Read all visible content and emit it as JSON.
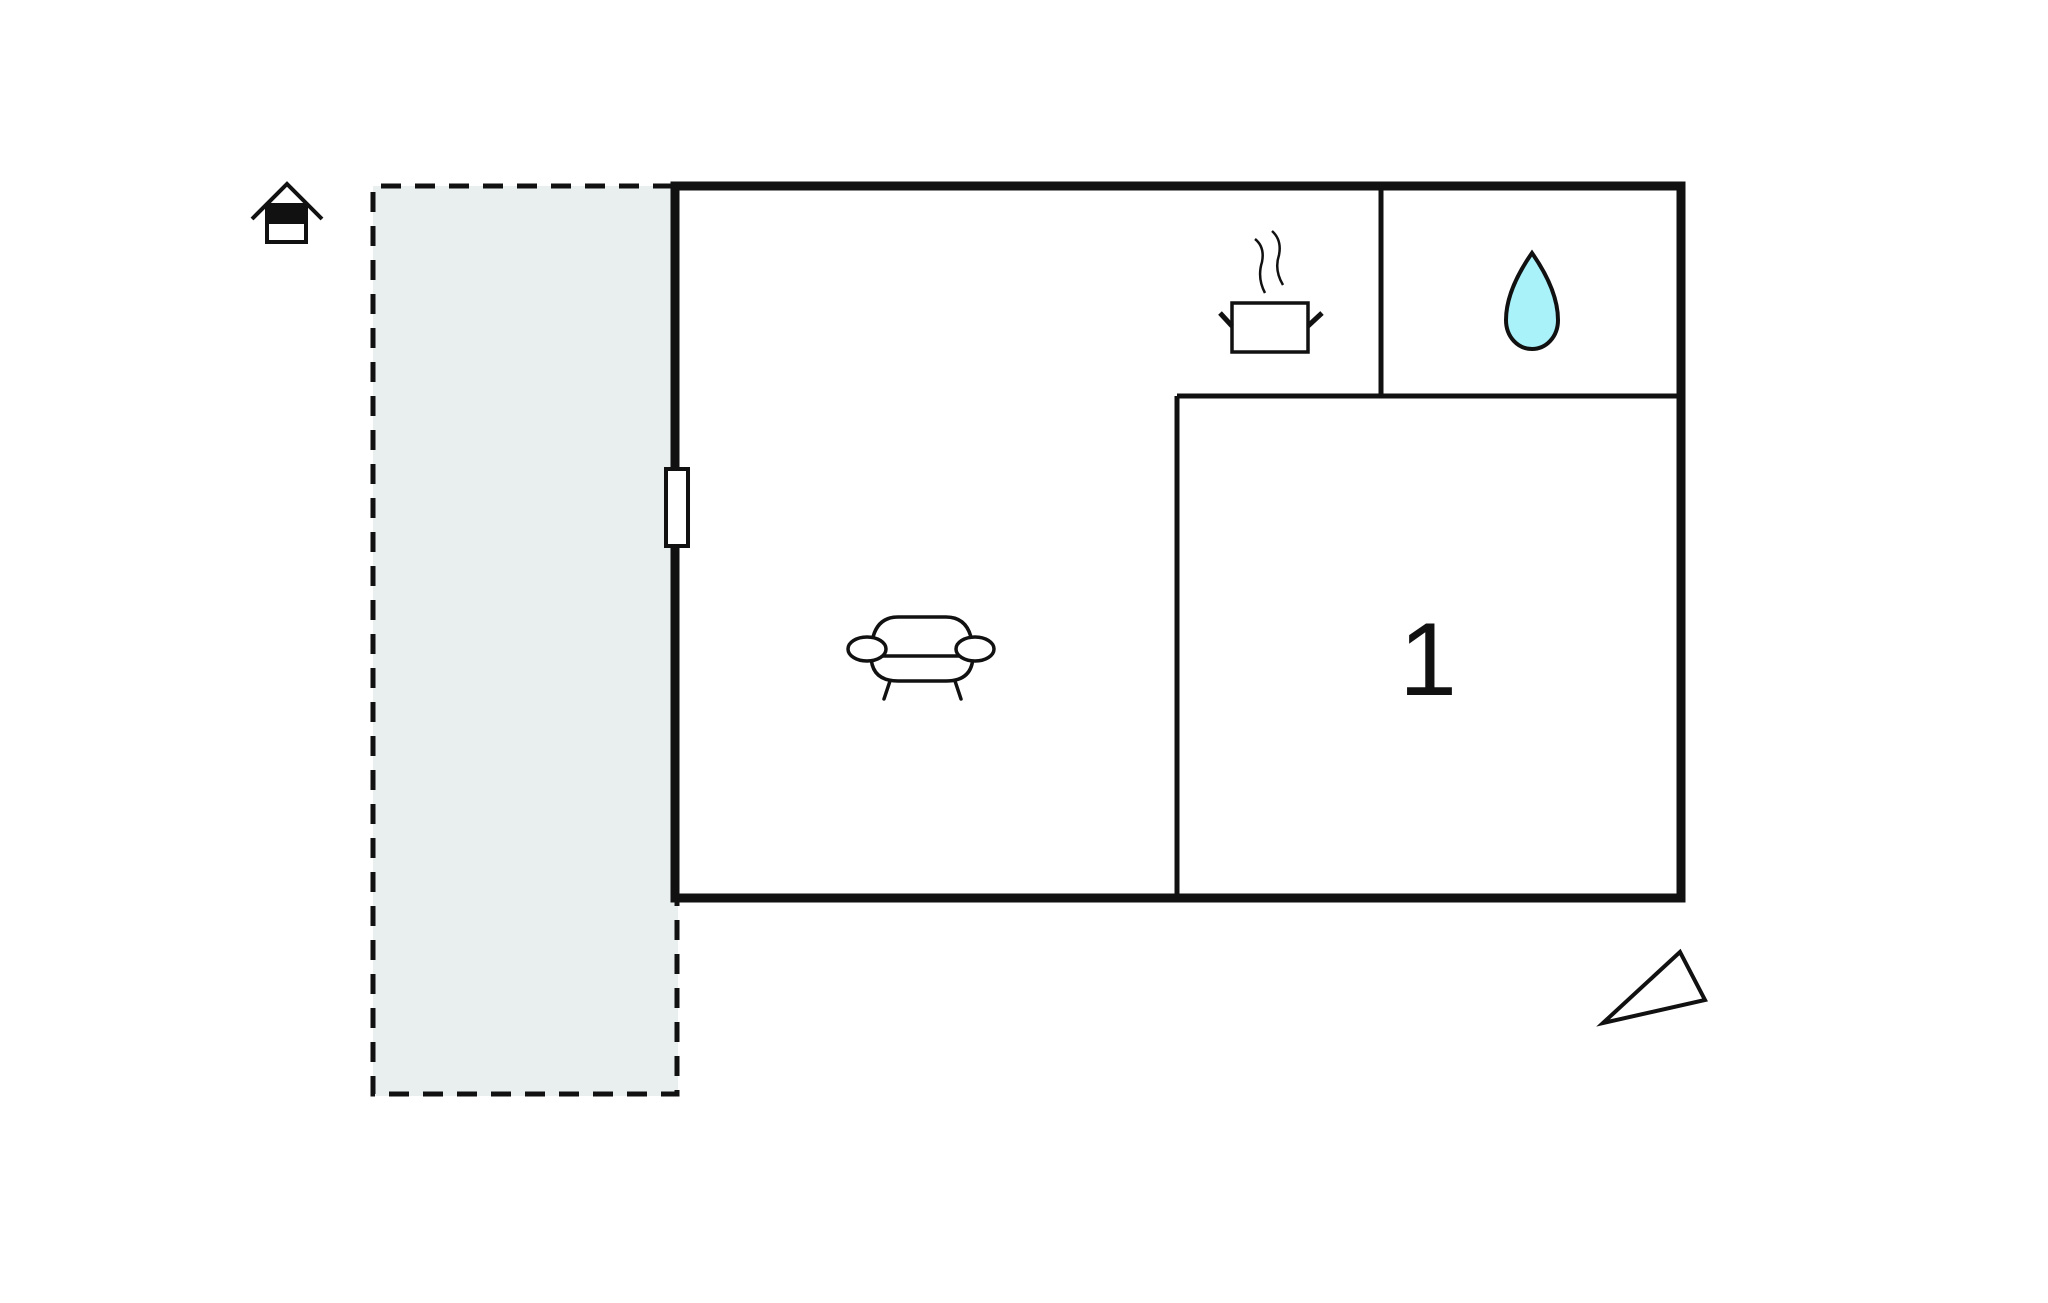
{
  "floorplan": {
    "rooms": [
      {
        "id": "terrace",
        "type": "terrace",
        "label": ""
      },
      {
        "id": "living",
        "type": "living-room",
        "label": ""
      },
      {
        "id": "kitchen",
        "type": "kitchen",
        "label": ""
      },
      {
        "id": "bathroom",
        "type": "bathroom",
        "label": ""
      },
      {
        "id": "bedroom-1",
        "type": "bedroom",
        "label": "1"
      }
    ],
    "icons": {
      "entrance": "house-entrance-icon",
      "living": "sofa-icon",
      "kitchen": "cooking-pot-icon",
      "bathroom": "water-drop-icon",
      "orientation": "view-direction-icon"
    },
    "colors": {
      "wall": "#111111",
      "terrace_fill": "#e8efee",
      "water": "#a9f2fa",
      "background": "#ffffff"
    }
  }
}
